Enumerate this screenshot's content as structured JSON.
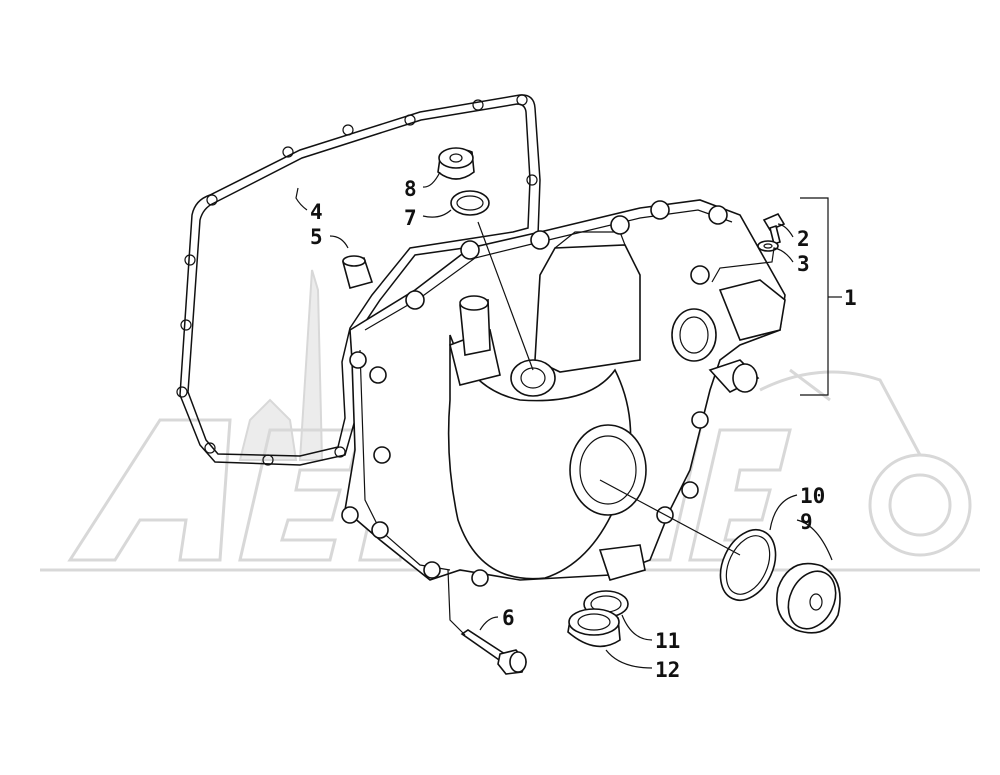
{
  "diagram": {
    "callouts": [
      {
        "id": "1",
        "label": "1"
      },
      {
        "id": "2",
        "label": "2"
      },
      {
        "id": "3",
        "label": "3"
      },
      {
        "id": "4",
        "label": "4"
      },
      {
        "id": "5",
        "label": "5"
      },
      {
        "id": "6",
        "label": "6"
      },
      {
        "id": "7",
        "label": "7"
      },
      {
        "id": "8",
        "label": "8"
      },
      {
        "id": "9",
        "label": "9"
      },
      {
        "id": "10",
        "label": "10"
      },
      {
        "id": "11",
        "label": "11"
      },
      {
        "id": "12",
        "label": "12"
      }
    ]
  },
  "colors": {
    "line": "#111111",
    "watermark": "#d8d8d8",
    "background": "#ffffff"
  }
}
